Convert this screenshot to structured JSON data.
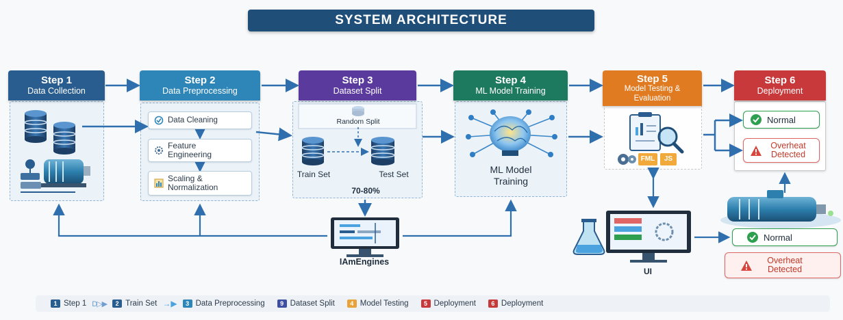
{
  "title": "SYSTEM ARCHITECTURE",
  "steps": [
    {
      "num": "Step 1",
      "title": "Data Collection",
      "color": "#2a5d8f"
    },
    {
      "num": "Step 2",
      "title": "Data Preprocessing",
      "color": "#2e86b8"
    },
    {
      "num": "Step 3",
      "title": "Dataset Split",
      "color": "#5b3a9e"
    },
    {
      "num": "Step 4",
      "title": "ML Model Training",
      "color": "#1e7a5f"
    },
    {
      "num": "Step 5",
      "title": "Model Testing & Evaluation",
      "color": "#e07b22"
    },
    {
      "num": "Step 6",
      "title": "Deployment",
      "color": "#c8393b"
    }
  ],
  "preprocessing": {
    "cleaning": "Data Cleaning",
    "feature": "Feature Engineering",
    "scaling": "Scaling & Normalization"
  },
  "split": {
    "method": "Random Split",
    "train": "Train Set",
    "test": "Test Set",
    "ratio": "70-80%"
  },
  "training": {
    "label": "ML Model Training"
  },
  "testing": {
    "tag1": "FML",
    "tag2": "JS"
  },
  "deployment": {
    "normal": "Normal",
    "overheat": "Overheat Detected"
  },
  "engine": {
    "label": "IAmEngines"
  },
  "ui": {
    "label": "UI",
    "normal": "Normal",
    "overheat": "Overheat Detected"
  },
  "legend": [
    {
      "badge": "1",
      "label": "Step 1",
      "color": "#2a5d8f"
    },
    {
      "badge": "2",
      "label": "Train Set",
      "color": "#2a5d8f"
    },
    {
      "badge": "3",
      "label": "Data Preprocessing",
      "color": "#2e86b8"
    },
    {
      "badge": "9",
      "label": "Dataset Split",
      "color": "#3e4fa3"
    },
    {
      "badge": "4",
      "label": "Model Testing",
      "color": "#e8a23a"
    },
    {
      "badge": "5",
      "label": "Deployment",
      "color": "#c8393b"
    },
    {
      "badge": "6",
      "label": "Deployment",
      "color": "#c8393b"
    }
  ],
  "colors": {
    "arrow": "#2f6fae",
    "ok": "#2e9e4f",
    "warn": "#d9453d"
  }
}
